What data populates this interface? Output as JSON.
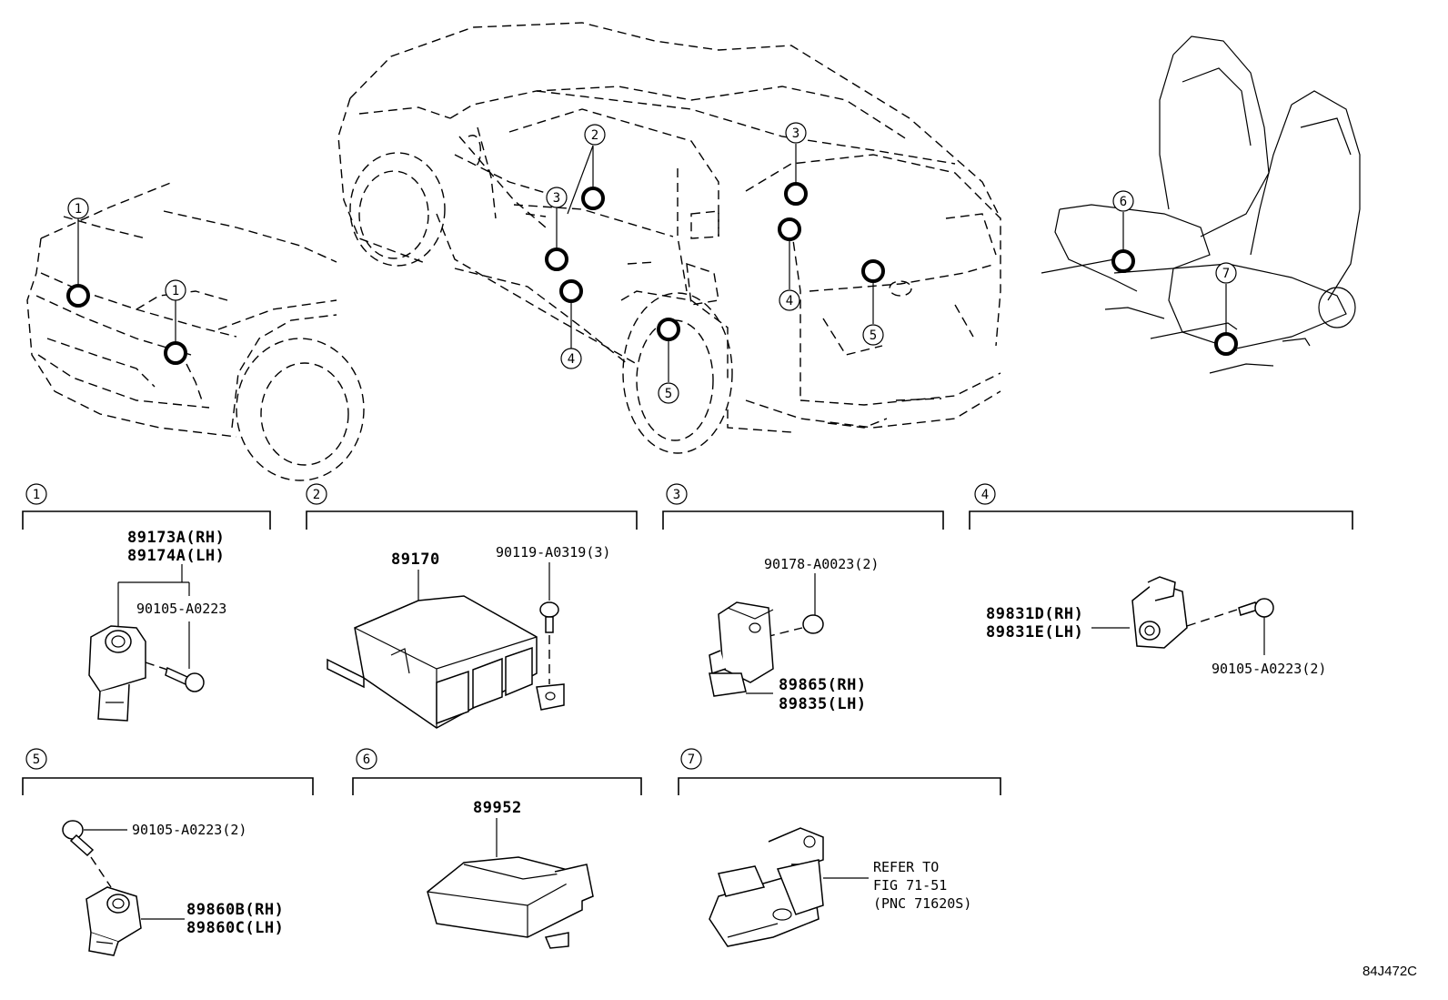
{
  "diagram_id": "84J472C",
  "callout_numbers": [
    "1",
    "2",
    "3",
    "4",
    "5",
    "6",
    "7"
  ],
  "groups": [
    {
      "number": "1",
      "parts": [
        "89173A(RH)",
        "89174A(LH)",
        "90105-A0223"
      ]
    },
    {
      "number": "2",
      "parts": [
        "89170",
        "90119-A0319(3)"
      ]
    },
    {
      "number": "3",
      "parts": [
        "90178-A0023(2)",
        "89865(RH)",
        "89835(LH)"
      ]
    },
    {
      "number": "4",
      "parts": [
        "89831D(RH)",
        "89831E(LH)",
        "90105-A0223(2)"
      ]
    },
    {
      "number": "5",
      "parts": [
        "90105-A0223(2)",
        "89860B(RH)",
        "89860C(LH)"
      ]
    },
    {
      "number": "6",
      "parts": [
        "89952"
      ]
    },
    {
      "number": "7",
      "parts": [],
      "note": [
        "REFER TO",
        "FIG 71-51",
        "(PNC 71620S)"
      ]
    }
  ]
}
